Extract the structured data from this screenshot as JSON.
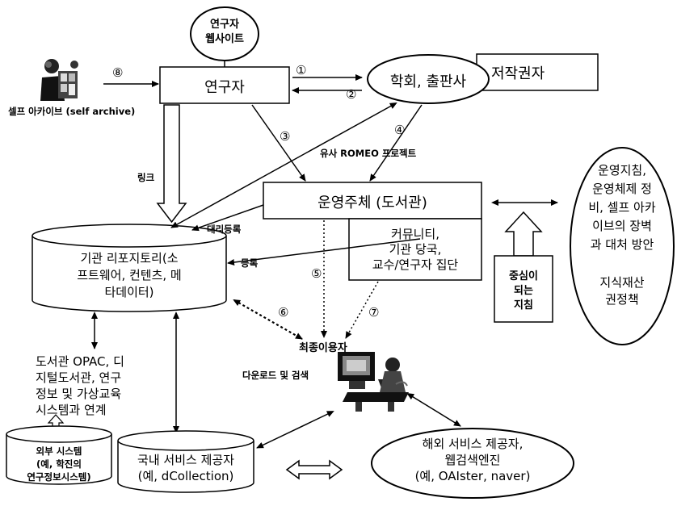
{
  "nodes": {
    "researcher_website": [
      "연구자",
      "웹사이트"
    ],
    "researcher": "연구자",
    "society_publisher": "학회, 출판사",
    "copyright_holder": "저작권자",
    "self_archive": "셀프 아카이브 (self archive)",
    "operator": "운영주체 (도서관)",
    "repository": [
      "기관 리포지토리(소",
      "프트웨어, 컨텐츠, 메",
      "타데이터)"
    ],
    "community": [
      "커뮤니티,",
      "기관 당국,",
      "교수/연구자 집단"
    ],
    "core_guideline": [
      "중심이",
      "되는",
      "지침"
    ],
    "policy_box": [
      "운영지침,",
      "운영체제 정",
      "비, 셀프 아카",
      "이브의 장벽",
      "과 대처 방안"
    ],
    "ip_policy": [
      "지식재산",
      "권정책"
    ],
    "end_user": "최종이용자",
    "library_links": [
      "도서관 OPAC, 디",
      "지털도서관, 연구",
      "정보 및 가상교육",
      "시스템과 연계"
    ],
    "external_system": [
      "외부 시스템",
      "(예, 학진의",
      "연구정보시스템)"
    ],
    "domestic_provider": [
      "국내 서비스 제공자",
      "(예, dCollection)"
    ],
    "overseas_provider": [
      "해외 서비스 제공자,",
      "웹검색엔진",
      "(예, OAIster, naver)"
    ]
  },
  "labels": {
    "romeo": "유사 ROMEO 프로젝트",
    "link": "링크",
    "proxy_registration": "대리등록",
    "registration": "등록",
    "download_search": "다운로드 및 검색"
  },
  "steps": [
    "①",
    "②",
    "③",
    "④",
    "⑤",
    "⑥",
    "⑦",
    "⑧"
  ],
  "icons": [
    "person-icon",
    "computer-user-icon"
  ]
}
